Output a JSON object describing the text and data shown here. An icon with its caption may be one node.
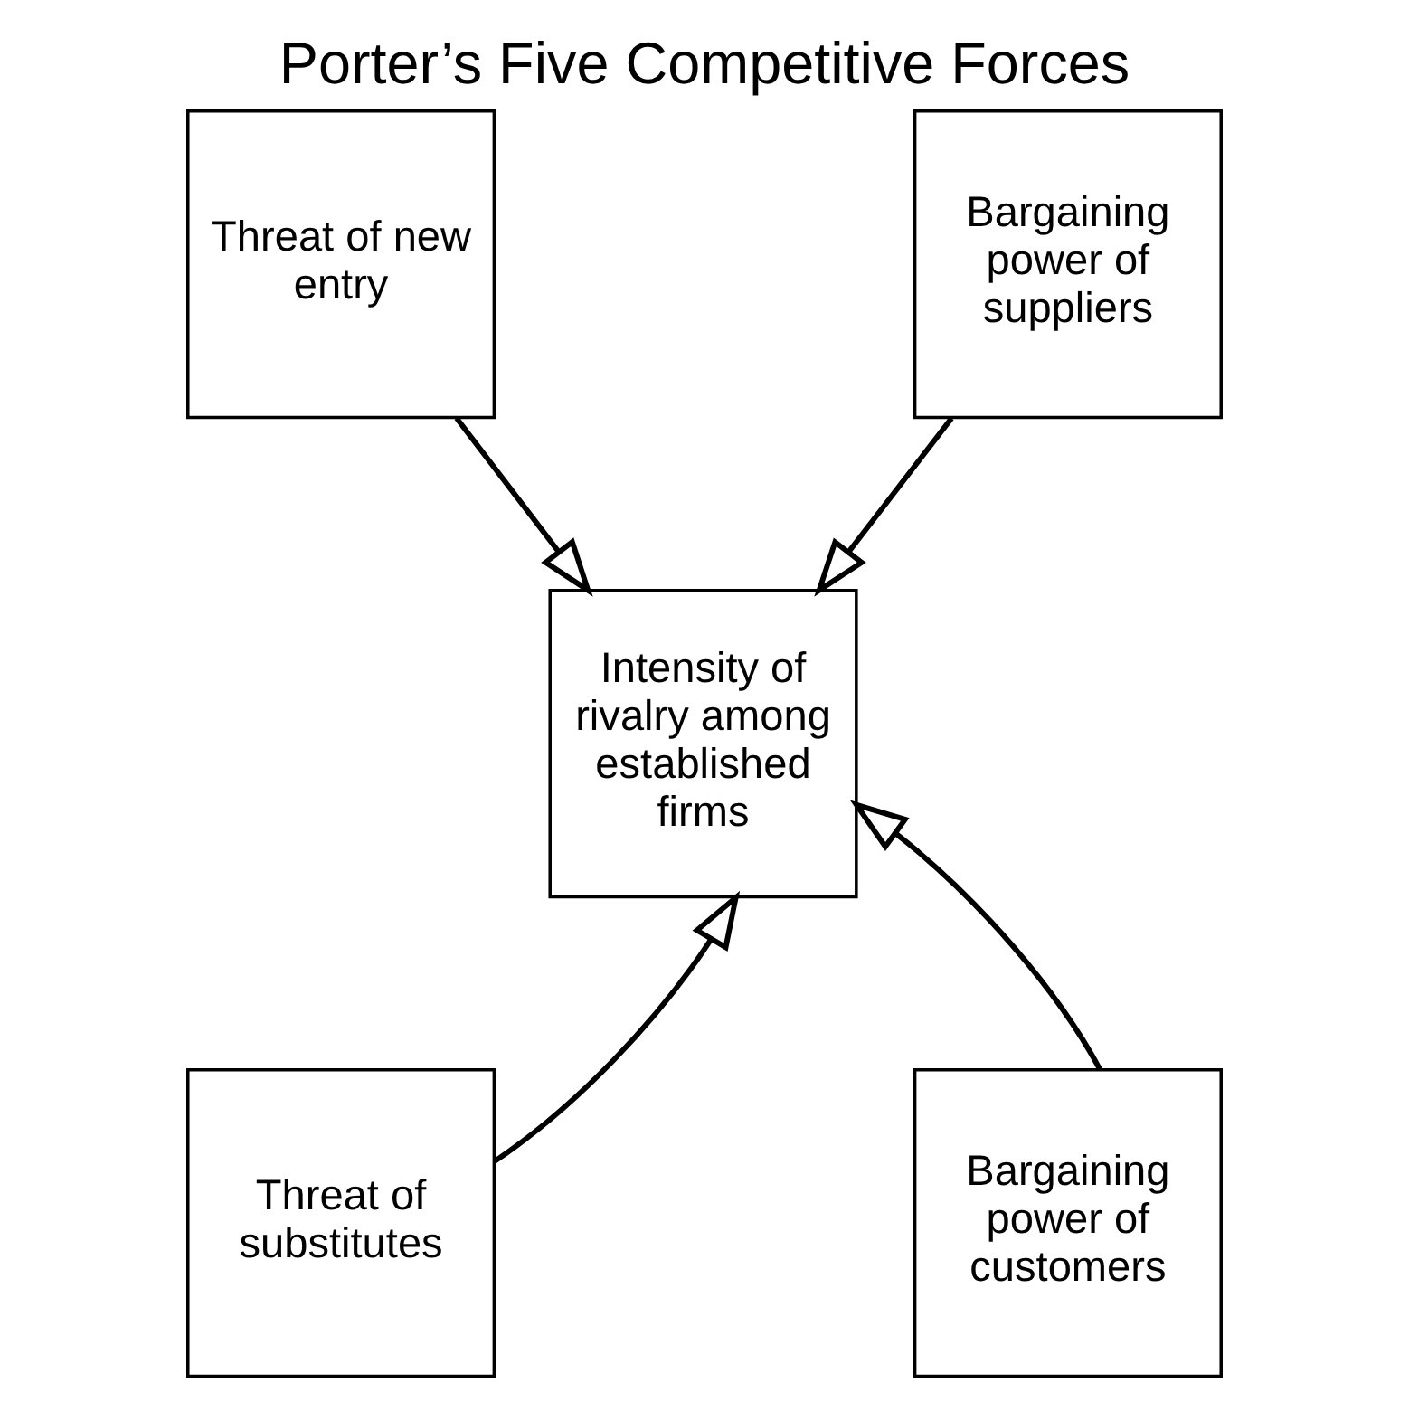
{
  "diagram": {
    "title": "Porter’s Five Competitive Forces",
    "nodes": [
      {
        "text": [
          "Threat of new entry"
        ]
      },
      {
        "text": [
          "Bargaining power of suppliers"
        ]
      },
      {
        "text": [
          "Intensity of rivalry among established firms"
        ]
      },
      {
        "text": [
          "Threat of substitutes"
        ]
      },
      {
        "text": [
          "Bargaining power of customers"
        ]
      }
    ],
    "edges": [
      {
        "from": 0,
        "to": 2,
        "arrow": "to"
      },
      {
        "from": 1,
        "to": 2,
        "arrow": "to"
      },
      {
        "from": 3,
        "to": 2,
        "arrow": "to"
      },
      {
        "from": 4,
        "to": 2,
        "arrow": "to"
      }
    ]
  }
}
